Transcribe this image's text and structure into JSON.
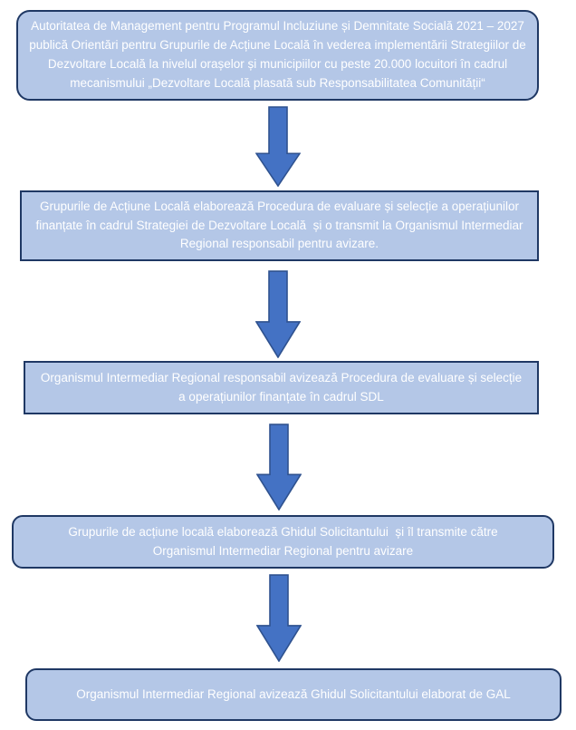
{
  "diagram": {
    "type": "flowchart",
    "language": "ro",
    "steps": [
      {
        "id": "step-1",
        "shape": "rounded-rectangle",
        "text": "Autoritatea de Management pentru Programul Incluziune și Demnitate Socială 2021 – 2027 publică Orientări pentru Grupurile de Acțiune Locală în vederea implementării Strategiilor de Dezvoltare Locală la nivelul orașelor și municipiilor cu peste 20.000 locuitori în cadrul mecanismului „Dezvoltare Locală plasată sub Responsabilitatea Comunității“"
      },
      {
        "id": "step-2",
        "shape": "rectangle",
        "text": "Grupurile de Acțiune Locală elaborează Procedura de evaluare și selecție a operațiunilor finanțate în cadrul Strategiei de Dezvoltare Locală  și o transmit la Organismul Intermediar Regional responsabil pentru avizare."
      },
      {
        "id": "step-3",
        "shape": "rectangle",
        "text": "Organismul Intermediar Regional responsabil avizează Procedura de evaluare și selecție a operațiunilor finanțate în cadrul SDL"
      },
      {
        "id": "step-4",
        "shape": "rounded-rectangle",
        "text": "Grupurile de acțiune locală elaborează Ghidul Solicitantului  și îl transmite către Organismul Intermediar Regional pentru avizare"
      },
      {
        "id": "step-5",
        "shape": "rounded-rectangle",
        "text": "Organismul Intermediar Regional avizează Ghidul Solicitantului elaborat de GAL"
      }
    ],
    "connectors": [
      {
        "from": "step-1",
        "to": "step-2",
        "style": "down-block-arrow"
      },
      {
        "from": "step-2",
        "to": "step-3",
        "style": "down-block-arrow"
      },
      {
        "from": "step-3",
        "to": "step-4",
        "style": "down-block-arrow"
      },
      {
        "from": "step-4",
        "to": "step-5",
        "style": "down-block-arrow"
      }
    ]
  },
  "colors": {
    "box_fill": "#b4c7e7",
    "box_border": "#1f3864",
    "box_text": "#ffffff",
    "arrow_fill": "#4472c4",
    "arrow_stroke": "#2f528f",
    "page_background": "#ffffff"
  }
}
